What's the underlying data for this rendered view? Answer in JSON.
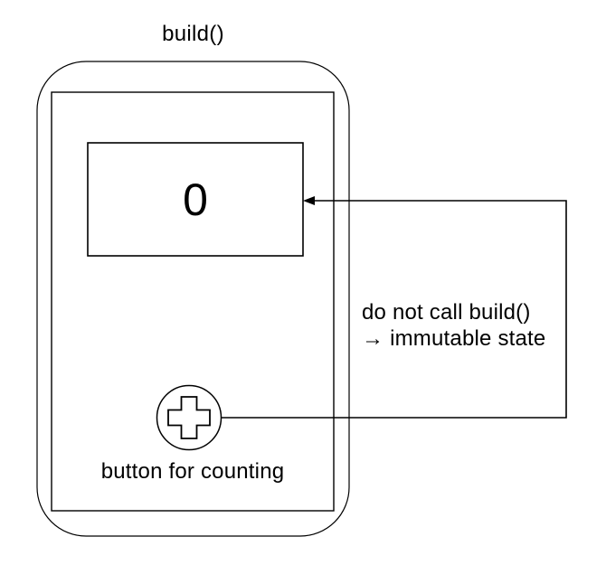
{
  "diagram": {
    "title": "build()",
    "phone": {
      "counter_display": {
        "value": "0"
      },
      "plus_button_caption": "button for counting"
    },
    "annotation": {
      "line1": "do not call build()",
      "line2": "→ immutable state"
    },
    "colors": {
      "stroke": "#000000",
      "background": "#ffffff"
    }
  }
}
